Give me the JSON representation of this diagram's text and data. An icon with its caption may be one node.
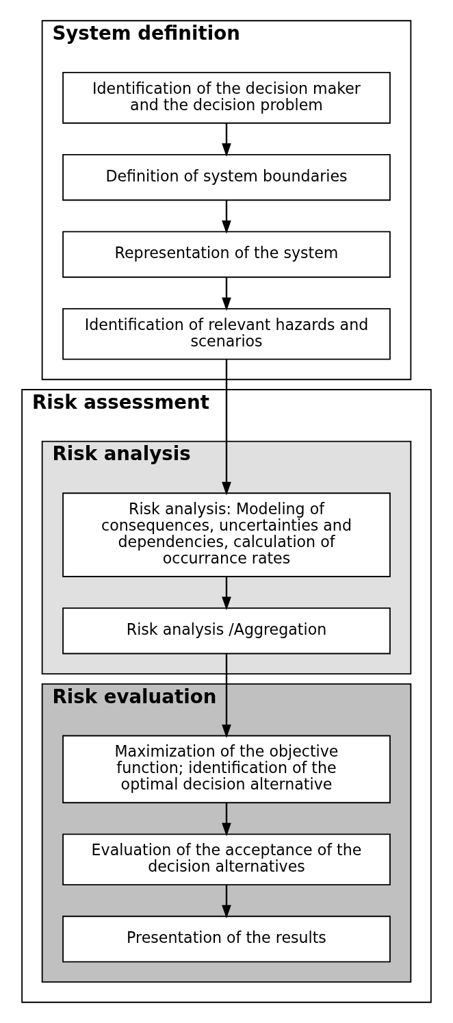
{
  "diagram": {
    "nodes": [
      {
        "text": [
          "System definition"
        ]
      },
      {
        "text": [
          "Identification of the decision maker and the decision problem"
        ],
        "in": 0
      },
      {
        "text": [
          "Definition of system boundaries"
        ],
        "in": 0
      },
      {
        "text": [
          "Representation of the system"
        ],
        "in": 0
      },
      {
        "text": [
          "Identification of relevant hazards and scenarios"
        ],
        "in": 0
      },
      {
        "text": [
          "Risk assessment"
        ]
      },
      {
        "text": [
          "Risk analysis"
        ],
        "in": 5
      },
      {
        "text": [
          "Risk analysis: Modeling of consequences, uncertainties and dependencies, calculation of occurrance rates"
        ],
        "in": 6
      },
      {
        "text": [
          "Risk analysis /Aggregation"
        ],
        "in": 6
      },
      {
        "text": [
          "Risk evaluation"
        ],
        "in": 5
      },
      {
        "text": [
          "Maximization of the objective function; identification of the optimal decision alternative"
        ],
        "in": 9
      },
      {
        "text": [
          "Evaluation of the acceptance of the decision alternatives"
        ],
        "in": 9
      },
      {
        "text": [
          "Presentation of the results"
        ],
        "in": 9
      }
    ],
    "edges": [
      {
        "from": 1,
        "to": 2,
        "arrow": "to"
      },
      {
        "from": 2,
        "to": 3,
        "arrow": "to"
      },
      {
        "from": 3,
        "to": 4,
        "arrow": "to"
      },
      {
        "from": 4,
        "to": 7,
        "arrow": "to"
      },
      {
        "from": 7,
        "to": 8,
        "arrow": "to"
      },
      {
        "from": 8,
        "to": 10,
        "arrow": "to"
      },
      {
        "from": 10,
        "to": 11,
        "arrow": "to"
      },
      {
        "from": 11,
        "to": 12,
        "arrow": "to"
      }
    ]
  }
}
